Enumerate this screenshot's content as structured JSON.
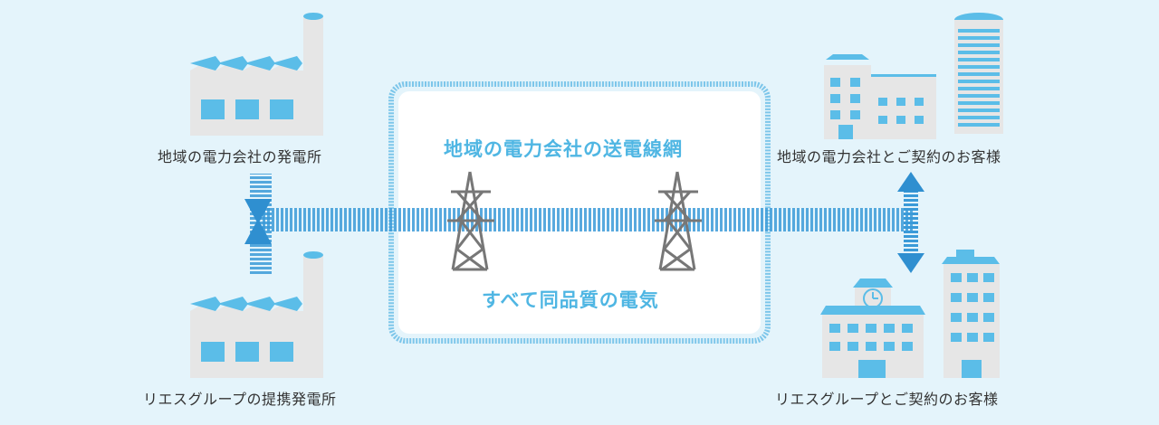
{
  "labels": {
    "plant_local": "地域の電力会社の発電所",
    "plant_partner": "リエスグループの提携発電所",
    "grid_title": "地域の電力会社の送電線網",
    "grid_subtitle": "すべて同品質の電気",
    "customer_local": "地域の電力会社とご契約のお客様",
    "customer_partner": "リエスグループとご契約のお客様"
  },
  "colors": {
    "background": "#e4f4fb",
    "accent": "#4fb6e3",
    "arrow": "#2f8fd0",
    "building": "#e6e6e6",
    "window": "#5bbde8",
    "tower": "#777777"
  }
}
